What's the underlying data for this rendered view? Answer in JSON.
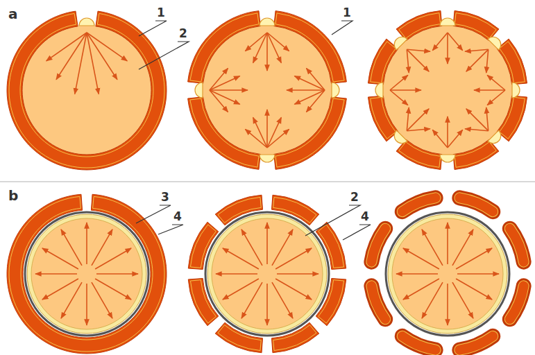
{
  "diagram": {
    "labels": [
      "a",
      "1",
      "2",
      "1",
      "b",
      "3",
      "4",
      "2",
      "4"
    ]
  }
}
